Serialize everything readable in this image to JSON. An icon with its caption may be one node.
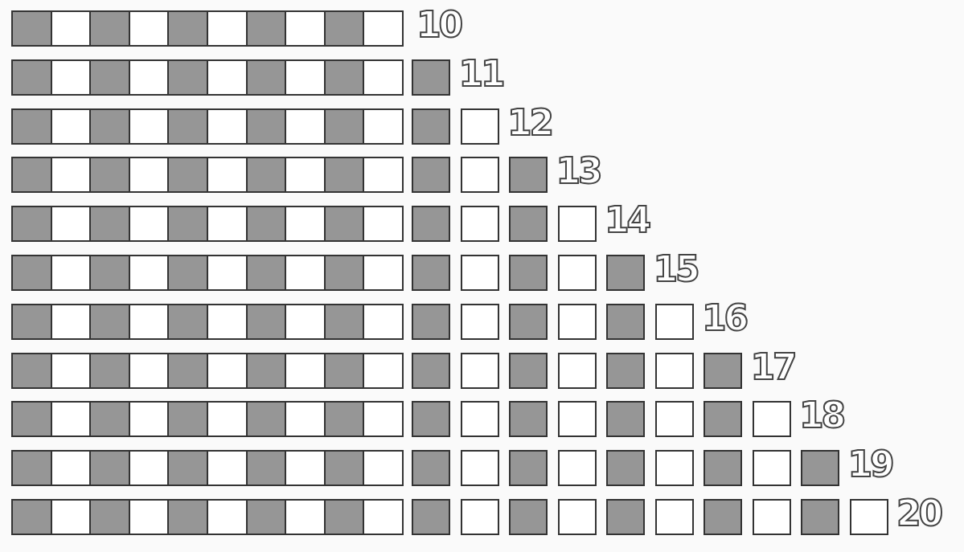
{
  "diagram": {
    "labels": [
      "10",
      "11",
      "12",
      "13",
      "14",
      "15",
      "16",
      "17",
      "18",
      "19",
      "20"
    ]
  }
}
